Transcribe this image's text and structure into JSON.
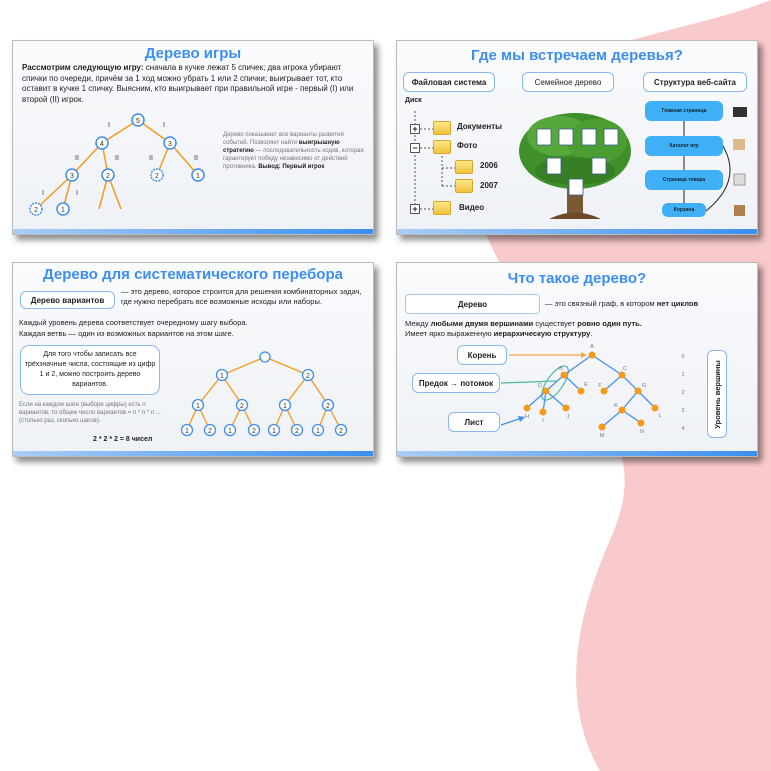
{
  "colors": {
    "accent": "#3d8ef0",
    "pink": "#f9cacb",
    "orange": "#f59a1b"
  },
  "slide1": {
    "title": "Дерево игры",
    "intro_bold": "Рассмотрим следующую игру:",
    "intro": " сначала в кучке лежат 5 спичек; два игрока убирают спички по очереди, причём за 1 ход можно убрать 1 или 2 спички; выигрывает тот, кто оставит в кучке 1 спичку. Выясним, кто выигрывает при правильной игре - первый (I) или второй (II) игрок.",
    "side_text_1": "Дерево показывает все варианты развития событий.",
    "side_text_2": "Позволяет найти",
    "side_bold": "выигрышную стратегию",
    "side_text_3": "— последовательность ходов, которая гарантирует победу независимо от действий противника.",
    "side_conclusion": "Вывод: Первый игрок",
    "nodes": [
      "5",
      "4",
      "3",
      "3",
      "2",
      "2",
      "1",
      "2",
      "1"
    ],
    "edge_I": "I",
    "edge_II": "II"
  },
  "slide2": {
    "title": "Дерево для систематического перебора",
    "term": "Дерево вариантов",
    "definition": "— это дерево, которое строится для решения комбинаторных задач, где нужно перебрать все возможные исходы или наборы.",
    "line1": "Каждый уровень дерева соответствует очередному шагу выбора.",
    "line2": "Каждая ветвь — один из возможных вариантов на этом шаге.",
    "example": "Для того чтобы записать все трёхзначные числа, состоящие из цифр 1 и 2, можно построить дерево вариантов.",
    "note": "Если на каждом шаге (выборе цифры) есть n вариантов, то общее число вариантов = n * n * n ... (столько раз, сколько шагов).",
    "formula": "2 * 2 * 2 = 8 чисел",
    "d1": "1",
    "d2": "2"
  },
  "slide3": {
    "title": "Где мы встречаем деревья?",
    "tab1": "Файловая система",
    "tab2": "Семейное дерево",
    "tab3": "Структура веб-сайта",
    "disk": "Диск",
    "folders": [
      "Документы",
      "Фото",
      "2006",
      "2007",
      "Видео"
    ],
    "site": [
      "Главная страница",
      "Каталог игр",
      "Страница товара",
      "Корзина"
    ]
  },
  "slide4": {
    "title": "Что такое дерево?",
    "term": "Дерево",
    "definition": "— это связный граф, в котором",
    "def_bold": "нет циклов",
    "l1a": "Между",
    "l1b": "любыми двумя вершинами",
    "l1c": "существует",
    "l1d": "ровно один путь.",
    "l2a": "Имеет ярко выраженную",
    "l2b": "иерархическую структуру",
    "l2c": ".",
    "root": "Корень",
    "ancestor": "Предок → потомок",
    "leaf": "Лист",
    "level_label": "Уровень вершины",
    "levels": [
      "0",
      "1",
      "2",
      "3",
      "4"
    ],
    "nodes": [
      "A",
      "B",
      "C",
      "D",
      "E",
      "F",
      "G",
      "H",
      "I",
      "J",
      "K",
      "L",
      "M",
      "N"
    ]
  }
}
